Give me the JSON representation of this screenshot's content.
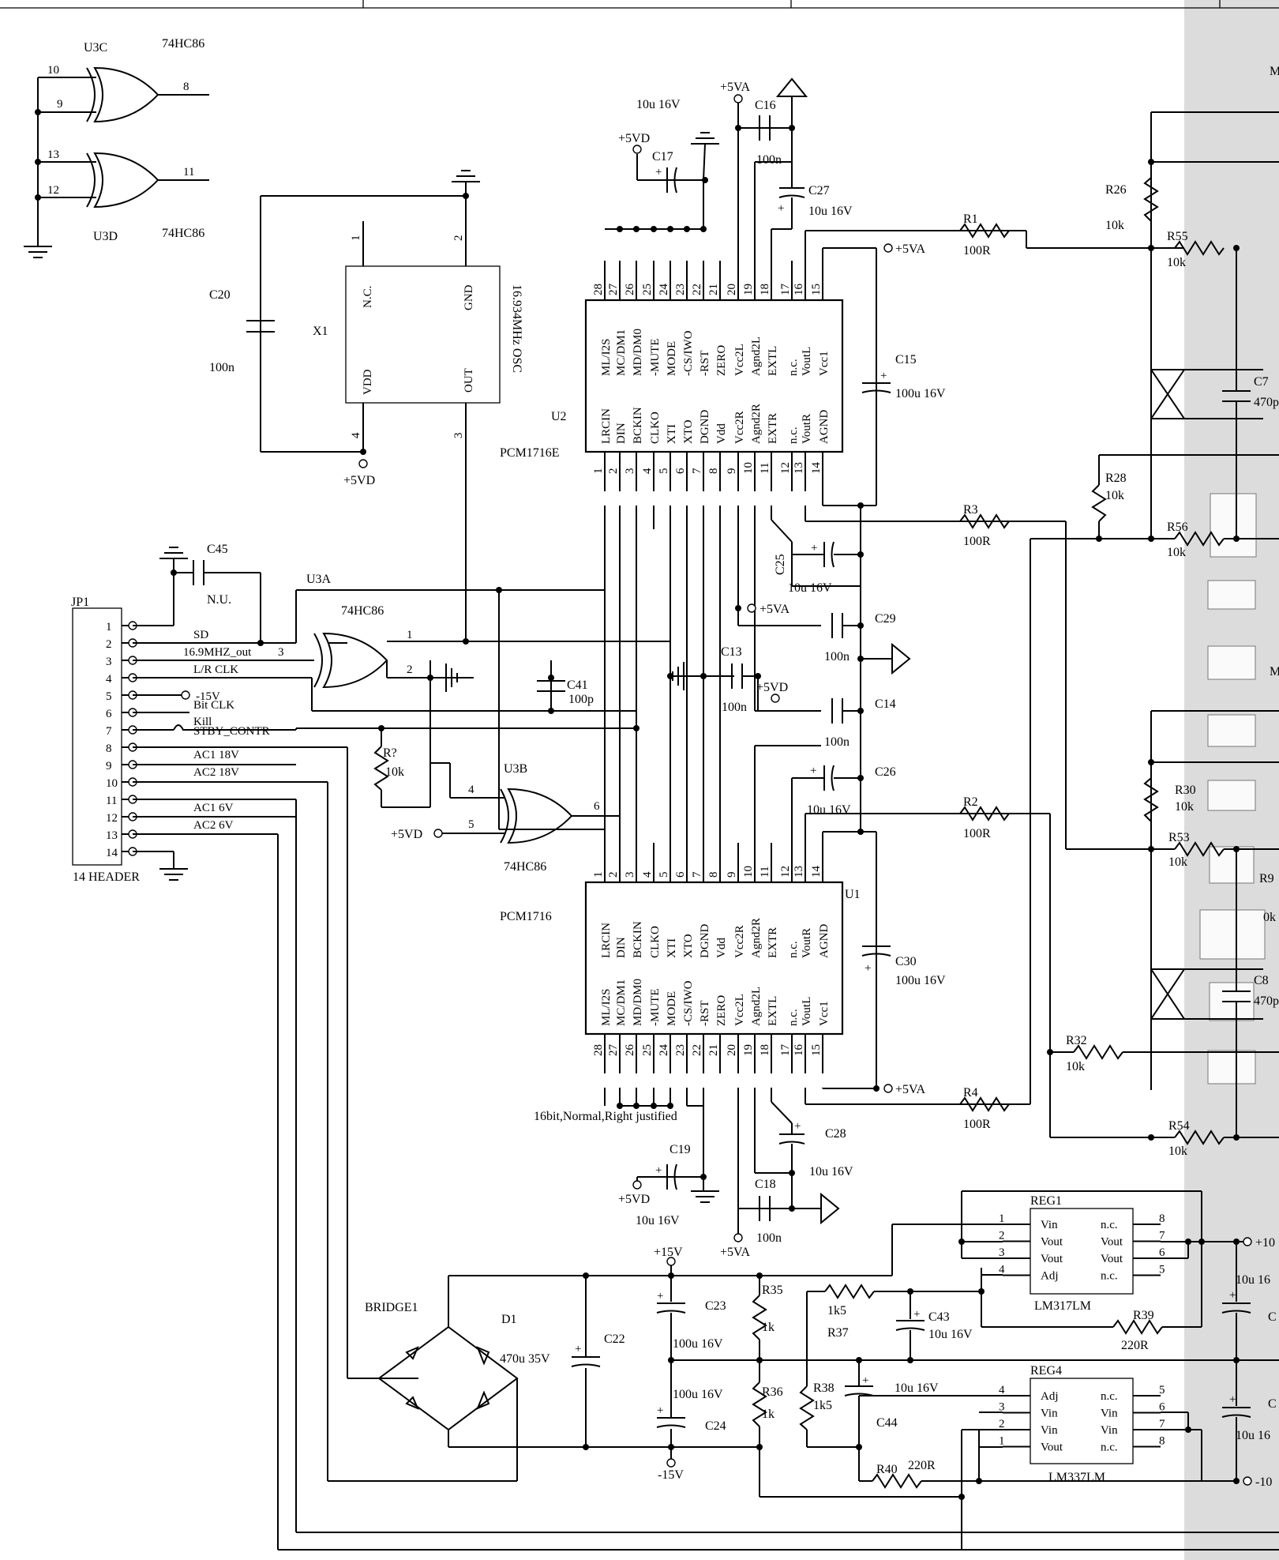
{
  "colors": {
    "ink": "#000000",
    "panel": "#dcdcdc",
    "paper": "#ffffff"
  },
  "u3c": {
    "ref": "U3C",
    "part": "74HC86",
    "p10": "10",
    "p9": "9",
    "p8": "8"
  },
  "u3d": {
    "ref": "U3D",
    "part": "74HC86",
    "p13": "13",
    "p12": "12",
    "p11": "11"
  },
  "x1": {
    "ref": "X1",
    "part": "16.934MHz OSC",
    "nc": "N.C.",
    "gnd": "GND",
    "vdd": "VDD",
    "out": "OUT",
    "p1": "1",
    "p2": "2",
    "p3": "3",
    "p4": "4"
  },
  "c20": {
    "ref": "C20",
    "val": "100n"
  },
  "p5vd": "+5VD",
  "p5va": "+5VA",
  "u2": {
    "ref": "U2",
    "part": "PCM1716E",
    "top_pins": [
      "28",
      "27",
      "26",
      "25",
      "24",
      "23",
      "22",
      "21",
      "20",
      "19",
      "18",
      "17",
      "16",
      "15"
    ],
    "top_names": [
      "ML/I2S",
      "MC/DM1",
      "MD/DM0",
      "-MUTE",
      "MODE",
      "-CS/IWO",
      "-RST",
      "ZERO",
      "Vcc2L",
      "Agnd2L",
      "EXTL",
      "n.c.",
      "VoutL",
      "Vcc1"
    ],
    "bot_pins": [
      "1",
      "2",
      "3",
      "4",
      "5",
      "6",
      "7",
      "8",
      "9",
      "10",
      "11",
      "12",
      "13",
      "14"
    ],
    "bot_names": [
      "LRCIN",
      "DIN",
      "BCKIN",
      "CLKO",
      "XTI",
      "XTO",
      "DGND",
      "Vdd",
      "Vcc2R",
      "Agnd2R",
      "EXTR",
      "n.c.",
      "VoutR",
      "AGND"
    ]
  },
  "u1": {
    "ref": "U1",
    "part": "PCM1716",
    "top_pins": [
      "1",
      "2",
      "3",
      "4",
      "5",
      "6",
      "7",
      "8",
      "9",
      "10",
      "11",
      "12",
      "13",
      "14"
    ],
    "top_names": [
      "LRCIN",
      "DIN",
      "BCKIN",
      "CLKO",
      "XTI",
      "XTO",
      "DGND",
      "Vdd",
      "Vcc2R",
      "Agnd2R",
      "EXTR",
      "n.c.",
      "VoutR",
      "AGND"
    ],
    "bot_pins": [
      "28",
      "27",
      "26",
      "25",
      "24",
      "23",
      "22",
      "21",
      "20",
      "19",
      "18",
      "17",
      "16",
      "15"
    ],
    "bot_names": [
      "ML/I2S",
      "MC/DM1",
      "MD/DM0",
      "-MUTE",
      "MODE",
      "-CS/IWO",
      "-RST",
      "ZERO",
      "Vcc2L",
      "Agnd2L",
      "EXTL",
      "n.c.",
      "VoutL",
      "Vcc1"
    ]
  },
  "caps": {
    "c16": {
      "ref": "C16",
      "val": "100n"
    },
    "c17": {
      "ref": "C17",
      "val": "10u 16V"
    },
    "c27": {
      "ref": "C27",
      "val": "10u 16V"
    },
    "c15": {
      "ref": "C15",
      "val": "100u 16V"
    },
    "c25": {
      "ref": "C25",
      "val": "10u 16V"
    },
    "c29": {
      "ref": "C29",
      "val": "100n"
    },
    "c13": {
      "ref": "C13",
      "val": "100n"
    },
    "c14": {
      "ref": "C14",
      "val": "100n"
    },
    "c26": {
      "ref": "C26",
      "val": "10u 16V"
    },
    "c30": {
      "ref": "C30",
      "val": "100u 16V"
    },
    "c28": {
      "ref": "C28",
      "val": "10u 16V"
    },
    "c19": {
      "ref": "C19",
      "val": "10u 16V"
    },
    "c18": {
      "ref": "C18",
      "val": "100n"
    },
    "c41": {
      "ref": "C41",
      "val": "100p"
    },
    "c45": {
      "ref": "C45",
      "val": "N.U."
    },
    "c7": {
      "ref": "C7",
      "val": "470p"
    },
    "c8": {
      "ref": "C8",
      "val": "470p"
    },
    "c22": {
      "ref": "C22",
      "val": "470u 35V"
    },
    "c23": {
      "ref": "C23",
      "val": "100u 16V"
    },
    "c24": {
      "ref": "C24",
      "val": "100u 16V"
    },
    "c43": {
      "ref": "C43",
      "val": "10u 16V"
    },
    "c44": {
      "ref": "C44",
      "val": "10u 16V"
    },
    "cr1": {
      "ref": "C",
      "val": "10u 16"
    },
    "cr2": {
      "ref": "C",
      "val": "10u 16"
    }
  },
  "res": {
    "r1": {
      "ref": "R1",
      "val": "100R"
    },
    "r2": {
      "ref": "R2",
      "val": "100R"
    },
    "r3": {
      "ref": "R3",
      "val": "100R"
    },
    "r4": {
      "ref": "R4",
      "val": "100R"
    },
    "r26": {
      "ref": "R26",
      "val": "10k"
    },
    "r55": {
      "ref": "R55",
      "val": "10k"
    },
    "r28": {
      "ref": "R28",
      "val": "10k"
    },
    "r56": {
      "ref": "R56",
      "val": "10k"
    },
    "r30": {
      "ref": "R30",
      "val": "10k"
    },
    "r53": {
      "ref": "R53",
      "val": "10k"
    },
    "r32": {
      "ref": "R32",
      "val": "10k"
    },
    "r54": {
      "ref": "R54",
      "val": "10k"
    },
    "r9": {
      "ref": "R9",
      "val": "0k"
    },
    "rq": {
      "ref": "R?",
      "val": "10k"
    },
    "r35": {
      "ref": "R35",
      "val": "1k"
    },
    "r36": {
      "ref": "R36",
      "val": "1k"
    },
    "r37": {
      "ref": "R37",
      "val": "1k5"
    },
    "r38": {
      "ref": "R38",
      "val": "1k5"
    },
    "r39": {
      "ref": "R39",
      "val": "220R"
    },
    "r40": {
      "ref": "R40",
      "val": "220R"
    }
  },
  "jp1": {
    "ref": "JP1",
    "part": "14 HEADER",
    "pins": [
      "1",
      "2",
      "3",
      "4",
      "5",
      "6",
      "7",
      "8",
      "9",
      "10",
      "11",
      "12",
      "13",
      "14"
    ],
    "nets": {
      "sd": "SD",
      "clk169": "16.9MHZ_out",
      "clk169_pin": "3",
      "lrclk": "L/R CLK",
      "m15": "-15V",
      "bitclk": "Bit CLK",
      "kill": "Kill",
      "stby": "STBY_CONTR",
      "ac1_18": "AC1 18V",
      "ac2_18": "AC2 18V",
      "ac1_6": "AC1 6V",
      "ac2_6": "AC2 6V"
    }
  },
  "u3a": {
    "ref": "U3A",
    "part": "74HC86",
    "p1": "1",
    "p2": "2"
  },
  "u3b": {
    "ref": "U3B",
    "part": "74HC86",
    "p4": "4",
    "p5": "5",
    "p6": "6"
  },
  "note": "16bit,Normal,Right justified",
  "bridge": {
    "ref": "BRIDGE1",
    "d1": "D1"
  },
  "rails": {
    "p15": "+15V",
    "m15": "-15V",
    "p10": "+10",
    "m10": "-10"
  },
  "reg1": {
    "ref": "REG1",
    "part": "LM317LM",
    "pins": [
      "1",
      "2",
      "3",
      "4",
      "8",
      "7",
      "6",
      "5"
    ],
    "left": [
      "Vin",
      "Vout",
      "Vout",
      "Adj"
    ],
    "right": [
      "n.c.",
      "Vout",
      "Vout",
      "n.c."
    ]
  },
  "reg4": {
    "ref": "REG4",
    "part": "LM337LM",
    "pins": [
      "4",
      "3",
      "2",
      "1",
      "5",
      "6",
      "7",
      "8"
    ],
    "left": [
      "Adj",
      "Vin",
      "Vin",
      "Vout"
    ],
    "right": [
      "n.c.",
      "Vin",
      "Vin",
      "n.c."
    ]
  },
  "panel": {
    "m1": "M",
    "m2": "M"
  }
}
